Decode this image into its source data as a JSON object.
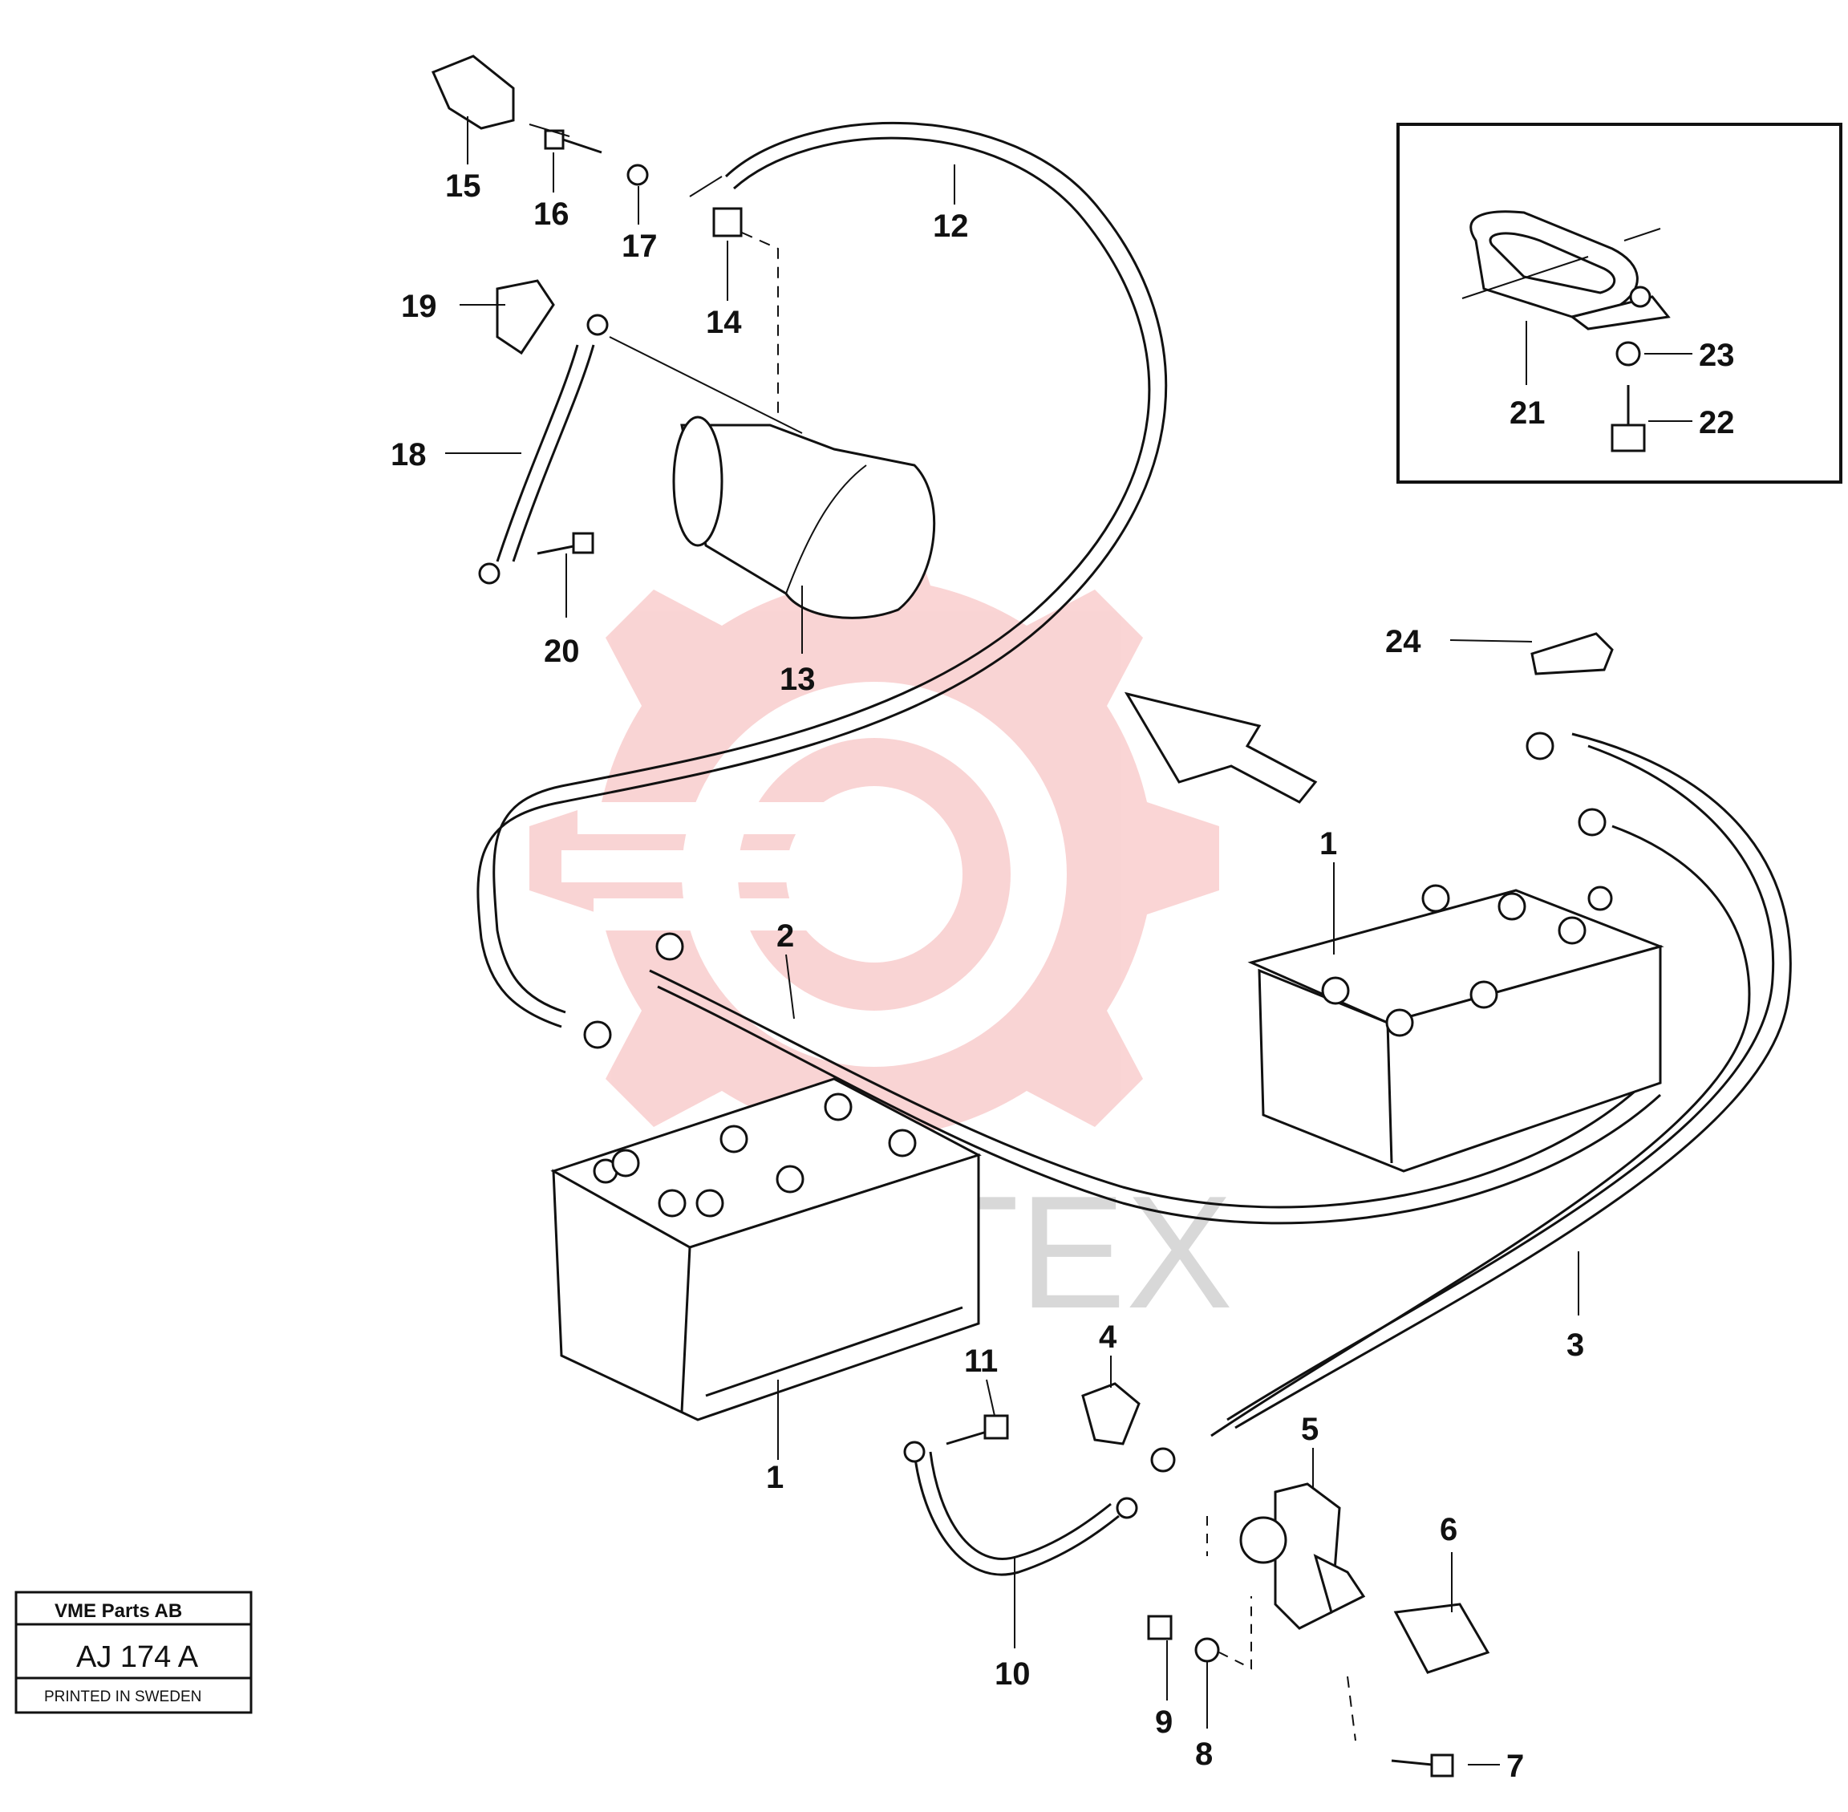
{
  "callouts": [
    "1",
    "1",
    "2",
    "3",
    "4",
    "5",
    "6",
    "7",
    "8",
    "9",
    "10",
    "11",
    "12",
    "13",
    "14",
    "15",
    "16",
    "17",
    "18",
    "19",
    "20",
    "21",
    "22",
    "23",
    "24"
  ],
  "title_block": {
    "company": "VME Parts AB",
    "code": "AJ 174  A",
    "printed": "PRINTED IN SWEDEN"
  },
  "watermark": {
    "text": "ИНТЕХ",
    "color": "#e84040"
  },
  "colors": {
    "line": "#111111",
    "watermark_gear": "#f5a0a0",
    "watermark_text": "#d8d8d8"
  }
}
